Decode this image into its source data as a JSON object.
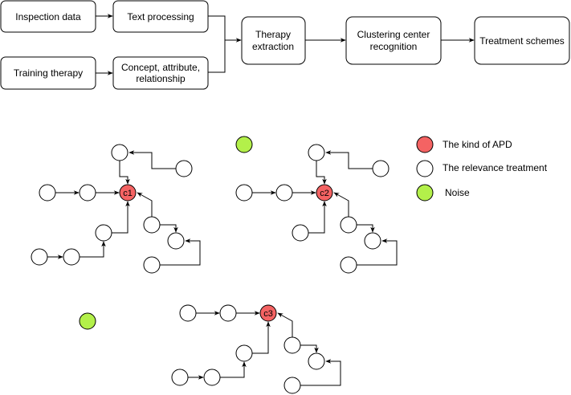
{
  "colors": {
    "apd": "#f46363",
    "treatment": "#ffffff",
    "noise": "#b3f04a",
    "stroke": "#000000"
  },
  "flowchart": {
    "inspection_data": "Inspection data",
    "text_processing": "Text processing",
    "training_therapy": "Training therapy",
    "concept_line1": "Concept, attribute,",
    "concept_line2": "relationship",
    "therapy_line1": "Therapy",
    "therapy_line2": "extraction",
    "clustering_line1": "Clustering center",
    "clustering_line2": "recognition",
    "treatment_schemes": "Treatment schemes"
  },
  "clusters": {
    "c1": "c1",
    "c2": "c2",
    "c3": "c3"
  },
  "legend": {
    "apd": "The kind of APD",
    "relevance": "The relevance treatment",
    "noise": "Noise"
  }
}
